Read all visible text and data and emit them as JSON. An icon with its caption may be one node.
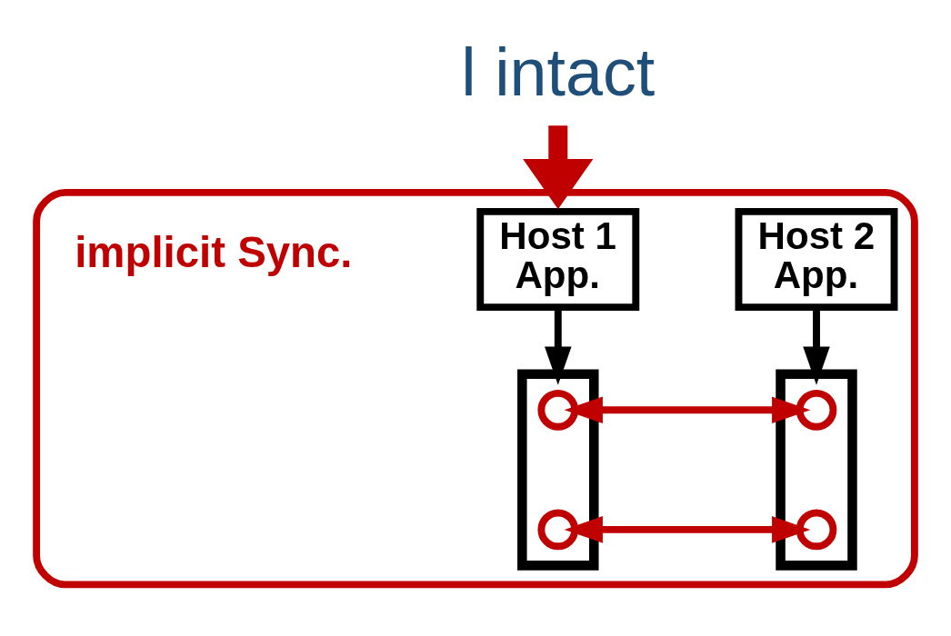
{
  "diagram": {
    "nodes": [
      {
        "text": [
          "l intact"
        ]
      },
      {
        "text": [],
        "shape": "ellipse"
      },
      {
        "text": [
          "Host 1",
          "App."
        ],
        "in": 1
      },
      {
        "text": [],
        "shape": "triangle",
        "in": 1
      },
      {
        "text": [],
        "shape": "circle",
        "in": 3
      },
      {
        "text": [],
        "shape": "circle",
        "in": 3
      },
      {
        "text": [
          "Host 2",
          "App."
        ],
        "in": 1
      },
      {
        "text": [],
        "shape": "triangle",
        "in": 1
      },
      {
        "text": [],
        "shape": "circle",
        "in": 7
      },
      {
        "text": [],
        "shape": "circle",
        "in": 7
      }
    ],
    "edges": [
      {
        "from": 0,
        "to": 1,
        "arrow": "to",
        "style": "thick",
        "color": "#c00000"
      },
      {
        "from": 2,
        "to": 3,
        "arrow": "to",
        "color": "#000000"
      },
      {
        "from": 6,
        "to": 7,
        "arrow": "to",
        "color": "#000000"
      },
      {
        "from": 4,
        "to": 8,
        "arrow": "both"
      },
      {
        "from": 5,
        "to": 9,
        "arrow": "both"
      }
    ],
    "labels": [
      "implicit Sync."
    ]
  }
}
